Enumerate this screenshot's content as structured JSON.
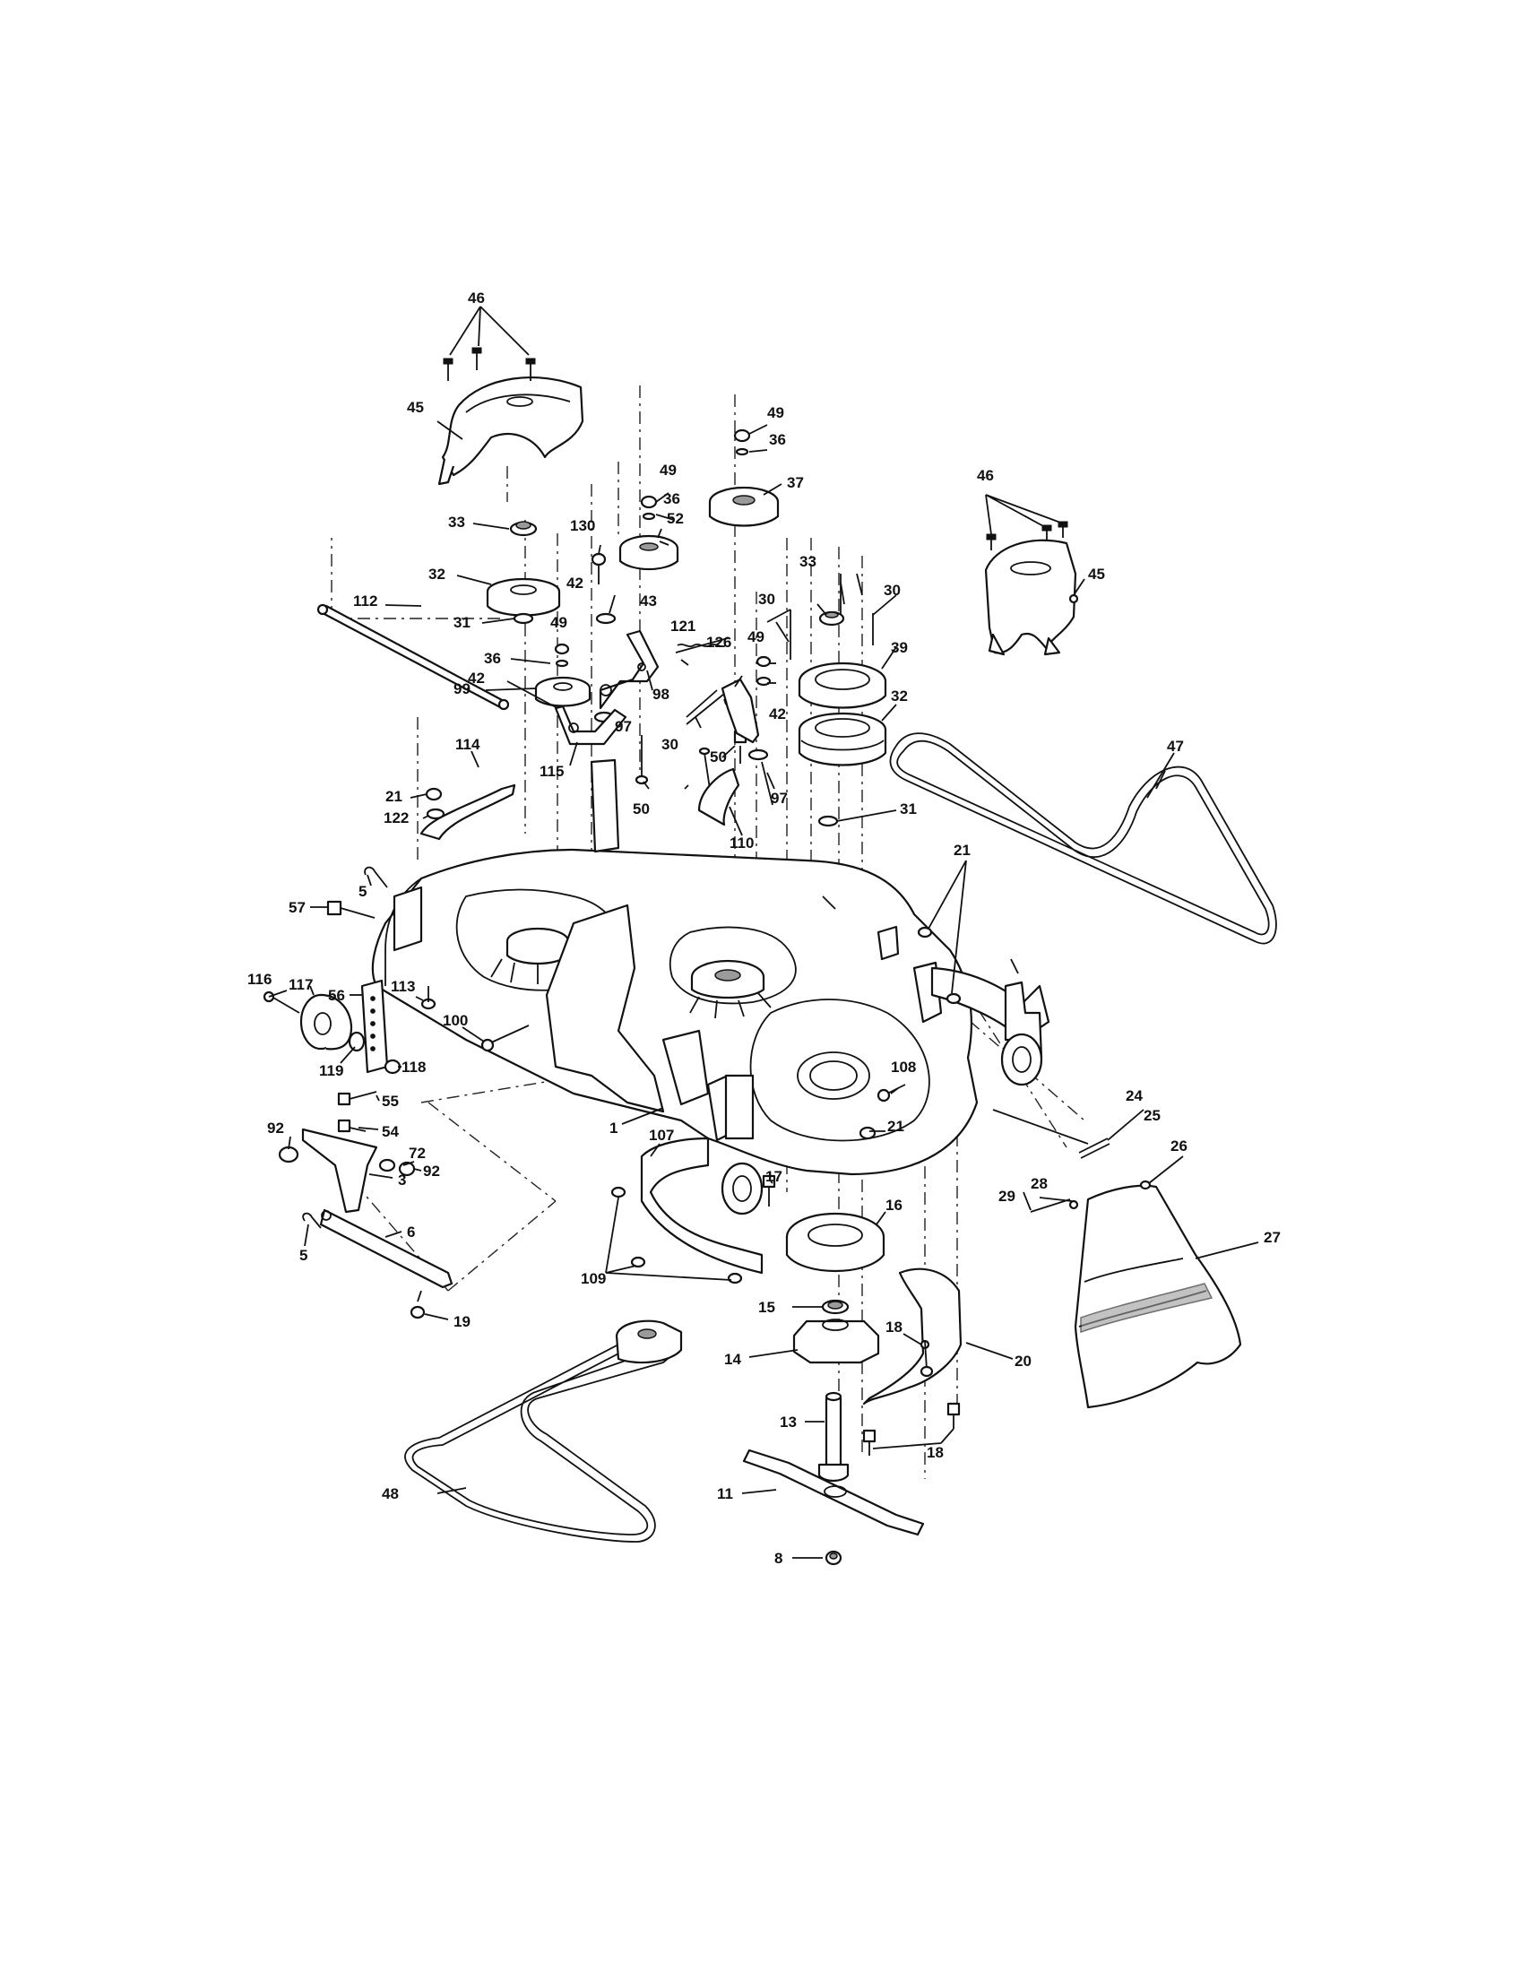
{
  "callouts": {
    "c1": "1",
    "c3": "3",
    "c5a": "5",
    "c5b": "5",
    "c6": "6",
    "c8": "8",
    "c11": "11",
    "c13": "13",
    "c14": "14",
    "c15": "15",
    "c16": "16",
    "c17": "17",
    "c18a": "18",
    "c18b": "18",
    "c19": "19",
    "c20": "20",
    "c21a": "21",
    "c21b": "21",
    "c21c": "21",
    "c24": "24",
    "c25": "25",
    "c26": "26",
    "c27": "27",
    "c28": "28",
    "c29": "29",
    "c30a": "30",
    "c30b": "30",
    "c30c": "30",
    "c31a": "31",
    "c31b": "31",
    "c32a": "32",
    "c32b": "32",
    "c33a": "33",
    "c33b": "33",
    "c36a": "36",
    "c36b": "36",
    "c36c": "36",
    "c37": "37",
    "c39": "39",
    "c42a": "42",
    "c42b": "42",
    "c42c": "42",
    "c43": "43",
    "c45a": "45",
    "c45b": "45",
    "c46a": "46",
    "c46b": "46",
    "c47": "47",
    "c48": "48",
    "c49a": "49",
    "c49b": "49",
    "c49c": "49",
    "c49d": "49",
    "c50a": "50",
    "c50b": "50",
    "c52": "52",
    "c54": "54",
    "c55": "55",
    "c56": "56",
    "c57": "57",
    "c72": "72",
    "c92a": "92",
    "c92b": "92",
    "c97a": "97",
    "c97b": "97",
    "c98": "98",
    "c99": "99",
    "c100": "100",
    "c107": "107",
    "c108": "108",
    "c109": "109",
    "c110": "110",
    "c112": "112",
    "c113": "113",
    "c114": "114",
    "c115": "115",
    "c116": "116",
    "c117": "117",
    "c118": "118",
    "c119": "119",
    "c121": "121",
    "c122": "122",
    "c126": "126",
    "c130": "130"
  }
}
